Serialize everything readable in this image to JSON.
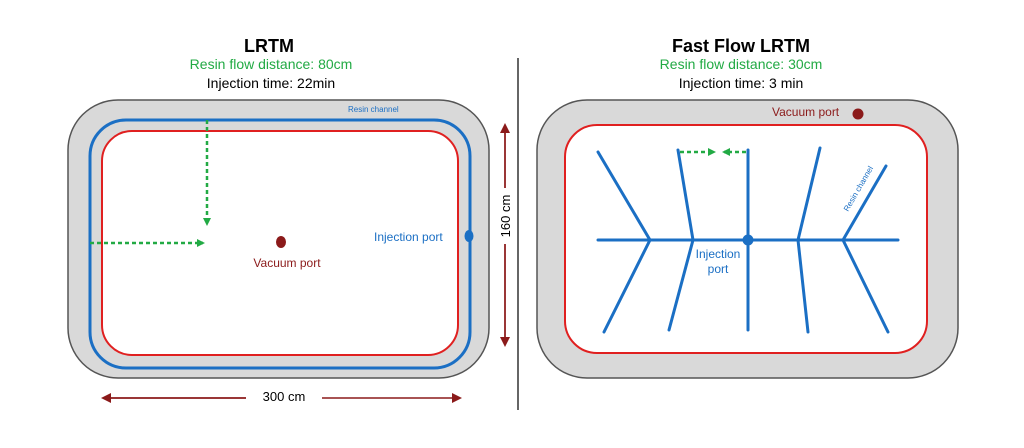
{
  "left": {
    "title": "LRTM",
    "flow_distance": "Resin flow distance: 80cm",
    "injection_time": "Injection time: 22min",
    "resin_channel_label": "Resin channel",
    "injection_port_label": "Injection port",
    "vacuum_port_label": "Vacuum port",
    "height_label": "160 cm",
    "width_label": "300 cm"
  },
  "right": {
    "title": "Fast Flow LRTM",
    "flow_distance": "Resin flow distance: 30cm",
    "injection_time": "Injection time: 3 min",
    "vacuum_port_label": "Vacuum port",
    "resin_channel_label": "Resin channel",
    "injection_port_label_line1": "Injection",
    "injection_port_label_line2": "port"
  },
  "colors": {
    "green": "#22aa44",
    "blue": "#1b6fc4",
    "red": "#e02020",
    "dark_red": "#8b1a1a",
    "gray_fill": "#d9d9d9",
    "gray_stroke": "#555555"
  }
}
